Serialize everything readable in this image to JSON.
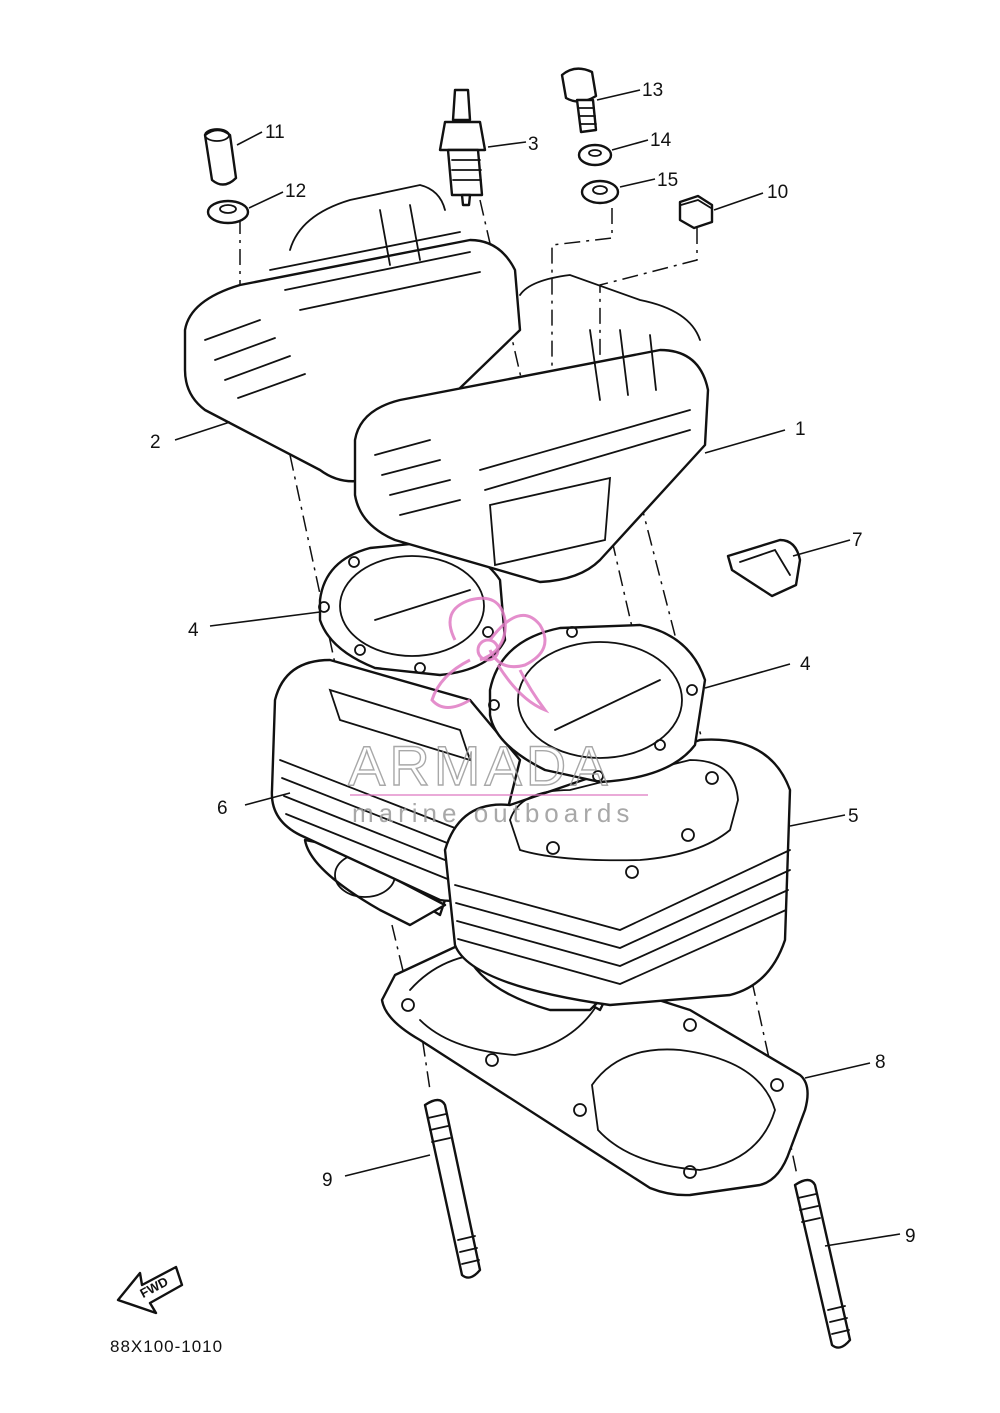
{
  "diagram": {
    "callouts": [
      {
        "id": "c1",
        "label": "1"
      },
      {
        "id": "c2",
        "label": "2"
      },
      {
        "id": "c3",
        "label": "3"
      },
      {
        "id": "c4a",
        "label": "4"
      },
      {
        "id": "c4b",
        "label": "4"
      },
      {
        "id": "c5",
        "label": "5"
      },
      {
        "id": "c6",
        "label": "6"
      },
      {
        "id": "c7",
        "label": "7"
      },
      {
        "id": "c8",
        "label": "8"
      },
      {
        "id": "c9a",
        "label": "9"
      },
      {
        "id": "c9b",
        "label": "9"
      },
      {
        "id": "c10",
        "label": "10"
      },
      {
        "id": "c11",
        "label": "11"
      },
      {
        "id": "c12",
        "label": "12"
      },
      {
        "id": "c13",
        "label": "13"
      },
      {
        "id": "c14",
        "label": "14"
      },
      {
        "id": "c15",
        "label": "15"
      }
    ],
    "fwd_label": "FWD",
    "drawing_code": "88X100-1010"
  },
  "watermark": {
    "title": "ARMADA",
    "subtitle": "marine outboards",
    "logo_color": "#e07bc4",
    "text_color": "#9a9a9a"
  },
  "colors": {
    "line": "#111111",
    "background": "#ffffff"
  }
}
